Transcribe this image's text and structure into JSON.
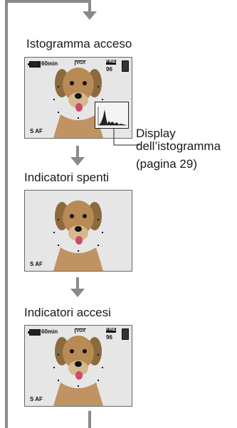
{
  "steps": [
    {
      "title": "Istogramma acceso",
      "screen": {
        "battery_time": "60min",
        "image_size": "VGA",
        "quality": "FINE",
        "shots_remaining": "96",
        "focus_mode": "S AF",
        "shows_histogram": true
      }
    },
    {
      "title": "Indicatori spenti",
      "screen": {
        "focus_mode": "S AF"
      }
    },
    {
      "title": "Indicatori accesi",
      "screen": {
        "battery_time": "60min",
        "image_size": "VGA",
        "quality": "FINE",
        "shots_remaining": "96",
        "focus_mode": "S AF"
      }
    }
  ],
  "callout": {
    "line1": "Display",
    "line2": "dell’istogramma",
    "line3": "(pagina 29)"
  },
  "colors": {
    "flow_line": "#8a8a8a",
    "histogram_frame": "#222222"
  }
}
